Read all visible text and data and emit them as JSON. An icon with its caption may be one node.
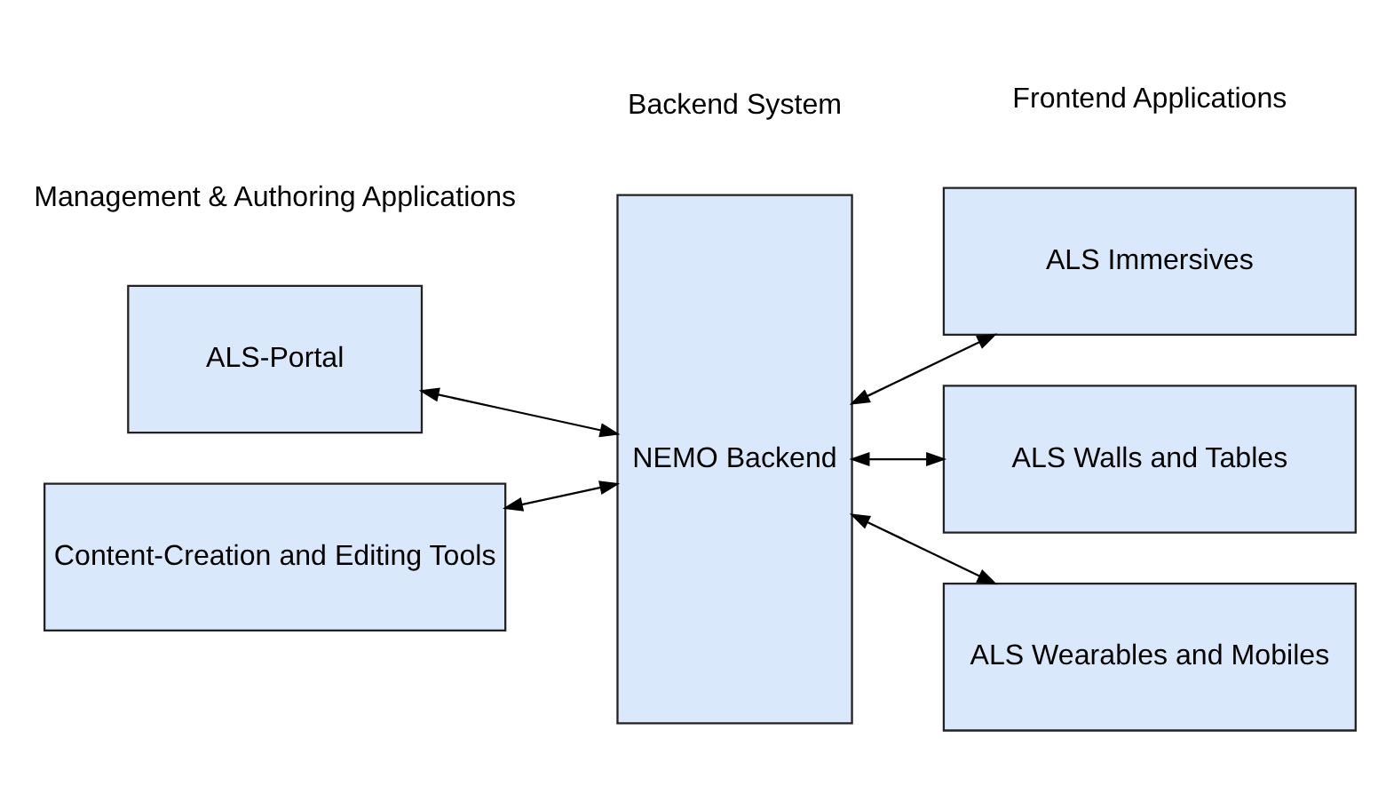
{
  "diagram": {
    "nodes": [
      {
        "text": [
          "ALS-Portal"
        ]
      },
      {
        "text": [
          "Content-Creation and Editing Tools"
        ]
      },
      {
        "text": [
          "NEMO Backend"
        ]
      },
      {
        "text": [
          "ALS Immersives"
        ]
      },
      {
        "text": [
          "ALS Walls and Tables"
        ]
      },
      {
        "text": [
          "ALS Wearables and Mobiles"
        ]
      }
    ],
    "edges": [
      {
        "from": 0,
        "to": 2,
        "arrow": "both"
      },
      {
        "from": 1,
        "to": 2,
        "arrow": "both"
      },
      {
        "from": 2,
        "to": 3,
        "arrow": "both"
      },
      {
        "from": 2,
        "to": 4,
        "arrow": "both"
      },
      {
        "from": 2,
        "to": 5,
        "arrow": "both"
      }
    ],
    "labels": [
      "Management & Authoring Applications",
      "Backend System",
      "Frontend Applications"
    ]
  }
}
